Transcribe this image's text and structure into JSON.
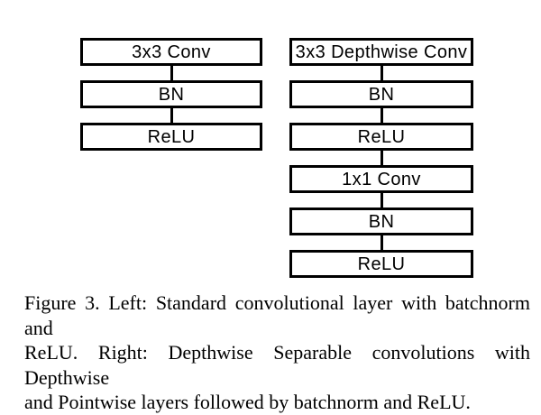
{
  "figure": {
    "diagram": {
      "left_column": {
        "title": "standard-convolution-block",
        "boxes": [
          "3x3 Conv",
          "BN",
          "ReLU"
        ]
      },
      "right_column": {
        "title": "depthwise-separable-convolution-block",
        "boxes": [
          "3x3 Depthwise Conv",
          "BN",
          "ReLU",
          "1x1 Conv",
          "BN",
          "ReLU"
        ]
      }
    },
    "caption": {
      "lines": [
        "Figure 3. Left: Standard convolutional layer with batchnorm and",
        "ReLU. Right: Depthwise Separable convolutions with Depthwise",
        "and Pointwise layers followed by batchnorm and ReLU."
      ]
    },
    "colors": {
      "background": "#ffffff",
      "box_border": "#000000",
      "box_fill": "#ffffff",
      "text": "#000000"
    }
  }
}
